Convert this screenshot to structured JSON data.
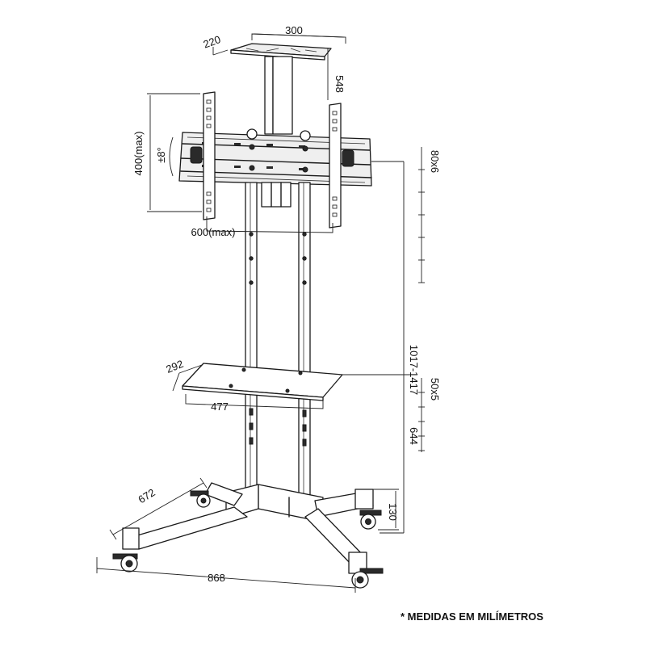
{
  "dimensions": {
    "top_shelf_width": "300",
    "top_shelf_depth": "220",
    "camera_shelf_height": "548",
    "vesa_height": "400(max)",
    "vesa_width": "600(max)",
    "tilt": "±8°",
    "bracket_height_steps": "80x6",
    "total_height": "1017-1417",
    "shelf_height_steps": "50x5",
    "shelf_height": "644",
    "mid_shelf_depth": "292",
    "mid_shelf_width": "477",
    "base_depth": "672",
    "base_width": "868",
    "caster_height": "130"
  },
  "note": "* MEDIDAS EM MILÍMETROS"
}
